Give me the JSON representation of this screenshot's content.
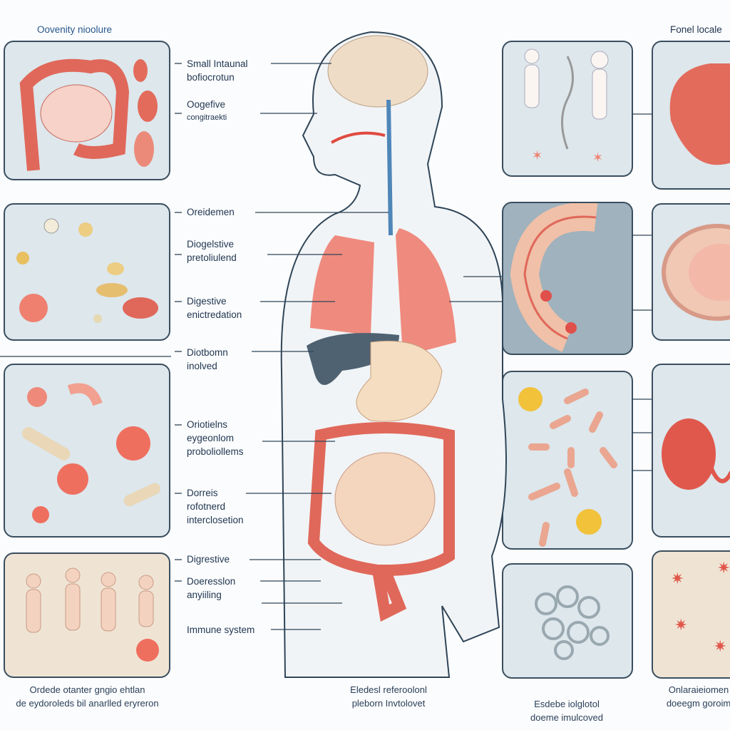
{
  "header": {
    "left_title": "Oovenity nioolure",
    "right_title": "Fonel locale"
  },
  "labels": [
    {
      "line1": "Small Intaunal",
      "line2": "bofiocrotun"
    },
    {
      "line1": "Oogefive",
      "line2": "congitraekti"
    },
    {
      "line1": "Oreidemen",
      "line2": ""
    },
    {
      "line1": "Diogelstive",
      "line2": "pretoliulend"
    },
    {
      "line1": "Digestive",
      "line2": "enictredation"
    },
    {
      "line1": "Diotbomn",
      "line2": "inolved"
    },
    {
      "line1": "Oriotielns",
      "line2": "eygeonlom",
      "line3": "proboliollems"
    },
    {
      "line1": "Dorreis",
      "line2": "rofotnerd",
      "line3": "interclosetion"
    },
    {
      "line1": "Digrestive",
      "line2": ""
    },
    {
      "line1": "Doeresslon",
      "line2": "anyiiling"
    },
    {
      "line1": "Immune system",
      "line2": ""
    }
  ],
  "captions": {
    "bottom_left": {
      "line1": "Ordede otanter gngio ehtlan",
      "line2": "de eydoroleds bil anarlled eryreron"
    },
    "bottom_center": {
      "line1": "Eledesl referoolonl",
      "line2": "pleborn Invtolovet"
    },
    "bottom_right_center": {
      "line1": "Esdebe iolglotol",
      "line2": "doeme imulcoved"
    },
    "bottom_right": {
      "line1": "Onlaraieiomen",
      "line2": "doeegm goroim"
    }
  },
  "colors": {
    "organ_red": "#e0685a",
    "intestine": "#f2cfb8",
    "liver": "#4f6272",
    "panel_blue": "#dde7ec"
  }
}
